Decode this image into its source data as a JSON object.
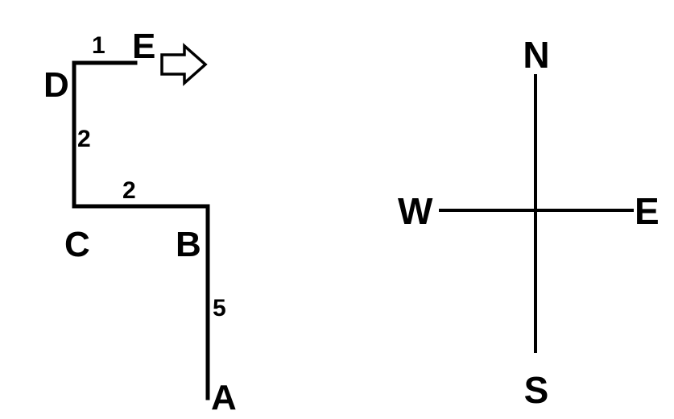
{
  "path": {
    "points": {
      "A": "A",
      "B": "B",
      "C": "C",
      "D": "D",
      "E": "E"
    },
    "distances": {
      "AB": "5",
      "BC": "2",
      "CD": "2",
      "DE": "1"
    },
    "facing_arrow_icon": "right-arrow-icon"
  },
  "compass": {
    "north": "N",
    "south": "S",
    "east": "E",
    "west": "W"
  }
}
